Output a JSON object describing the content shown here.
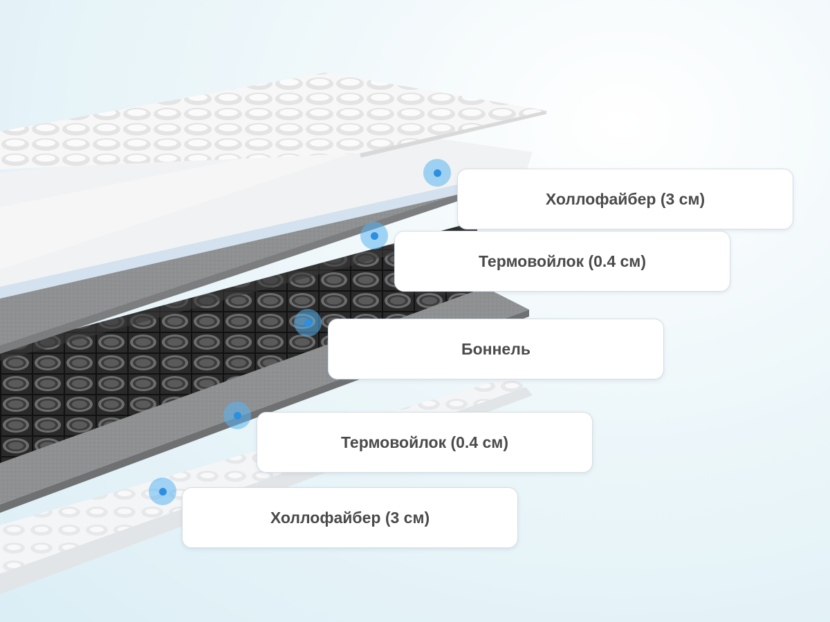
{
  "layers": [
    {
      "label": "Холлофайбер (3 см)"
    },
    {
      "label": "Термовойлок (0.4 см)"
    },
    {
      "label": "Боннель"
    },
    {
      "label": "Термовойлок (0.4 см)"
    },
    {
      "label": "Холлофайбер (3 см)"
    }
  ],
  "colors": {
    "marker": "#2e8fe0",
    "felt": "#8e9092",
    "spring_block": "#2a2a2a",
    "fiber": "#f2f3f4"
  }
}
